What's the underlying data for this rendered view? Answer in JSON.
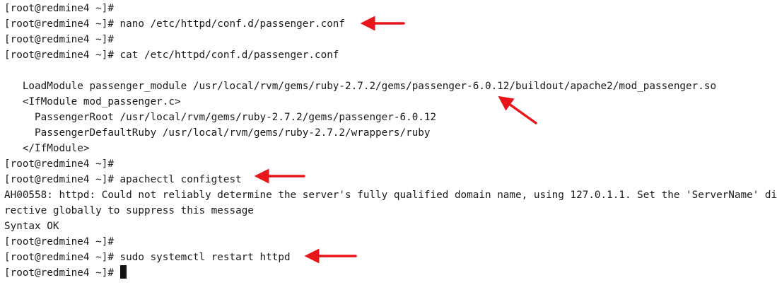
{
  "terminal": {
    "lines": [
      "[root@redmine4 ~]#",
      "[root@redmine4 ~]# nano /etc/httpd/conf.d/passenger.conf",
      "[root@redmine4 ~]#",
      "[root@redmine4 ~]# cat /etc/httpd/conf.d/passenger.conf",
      "",
      "   LoadModule passenger_module /usr/local/rvm/gems/ruby-2.7.2/gems/passenger-6.0.12/buildout/apache2/mod_passenger.so",
      "   <IfModule mod_passenger.c>",
      "     PassengerRoot /usr/local/rvm/gems/ruby-2.7.2/gems/passenger-6.0.12",
      "     PassengerDefaultRuby /usr/local/rvm/gems/ruby-2.7.2/wrappers/ruby",
      "   </IfModule>",
      "[root@redmine4 ~]#",
      "[root@redmine4 ~]# apachectl configtest",
      "AH00558: httpd: Could not reliably determine the server's fully qualified domain name, using 127.0.1.1. Set the 'ServerName' di",
      "rective globally to suppress this message",
      "Syntax OK",
      "[root@redmine4 ~]#",
      "[root@redmine4 ~]# sudo systemctl restart httpd",
      "[root@redmine4 ~]# "
    ]
  },
  "colors": {
    "background": "#ffffff",
    "text": "#1a1a1a",
    "annotation_arrow": "#e8161b"
  },
  "icons": {
    "cursor": "block-cursor",
    "annotation": "red-arrow-icon"
  }
}
